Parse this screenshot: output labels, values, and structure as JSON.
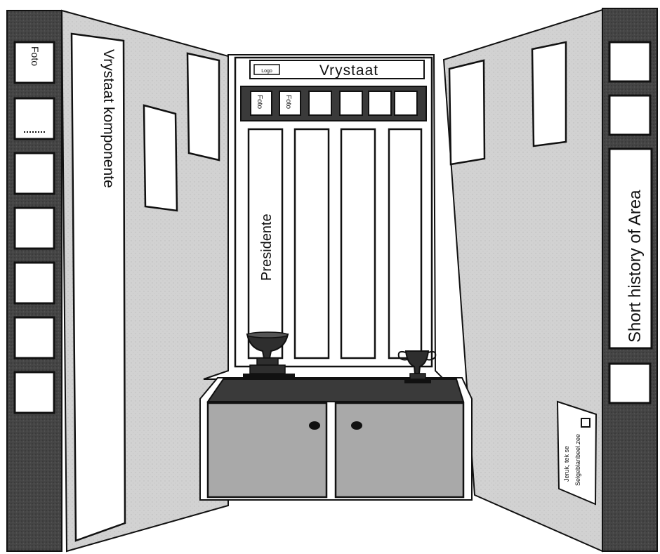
{
  "header": {
    "title": "Vrystaat",
    "tag": "Logo"
  },
  "top_frames": [
    "Foto",
    "Foto"
  ],
  "left_wall": {
    "banner": "Vrystaat komponente",
    "frame_top_label": "Foto"
  },
  "center_panels": {
    "first_label": "Presidente"
  },
  "right_wall": {
    "banner": "Short history of Area",
    "sign_line1": "Jeruk, tek se",
    "sign_line2": "Selgeblanbeel.zee"
  },
  "colors": {
    "wall_dark": "#3d3d3d",
    "wall_light": "#cfcfcf",
    "cabinet": "#a9a9a9",
    "outline": "#111111"
  }
}
